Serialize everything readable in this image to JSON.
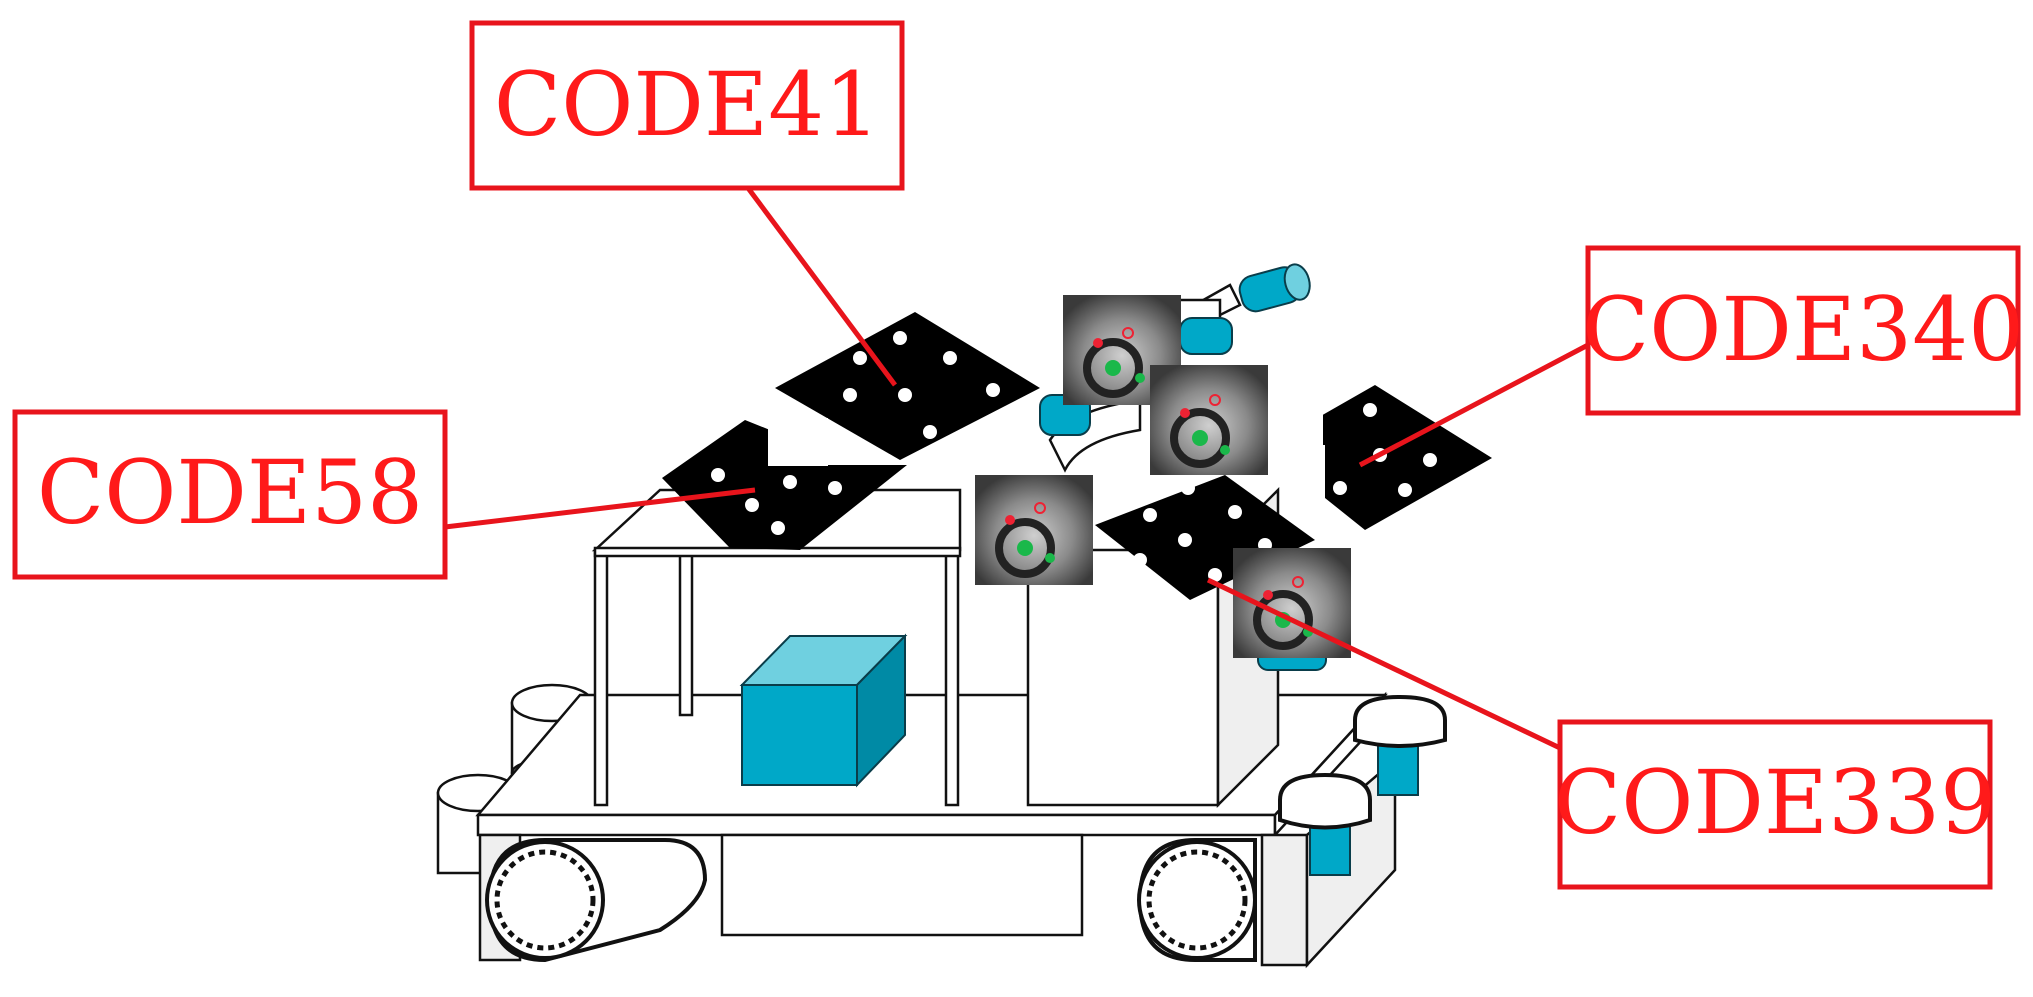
{
  "callouts": [
    {
      "id": "code41",
      "label": "CODE41"
    },
    {
      "id": "code58",
      "label": "CODE58"
    },
    {
      "id": "code340",
      "label": "CODE340"
    },
    {
      "id": "code339",
      "label": "CODE339"
    }
  ],
  "colors": {
    "callout": "#e8141c",
    "teal": "#00a8c8",
    "marker": "#000000"
  }
}
